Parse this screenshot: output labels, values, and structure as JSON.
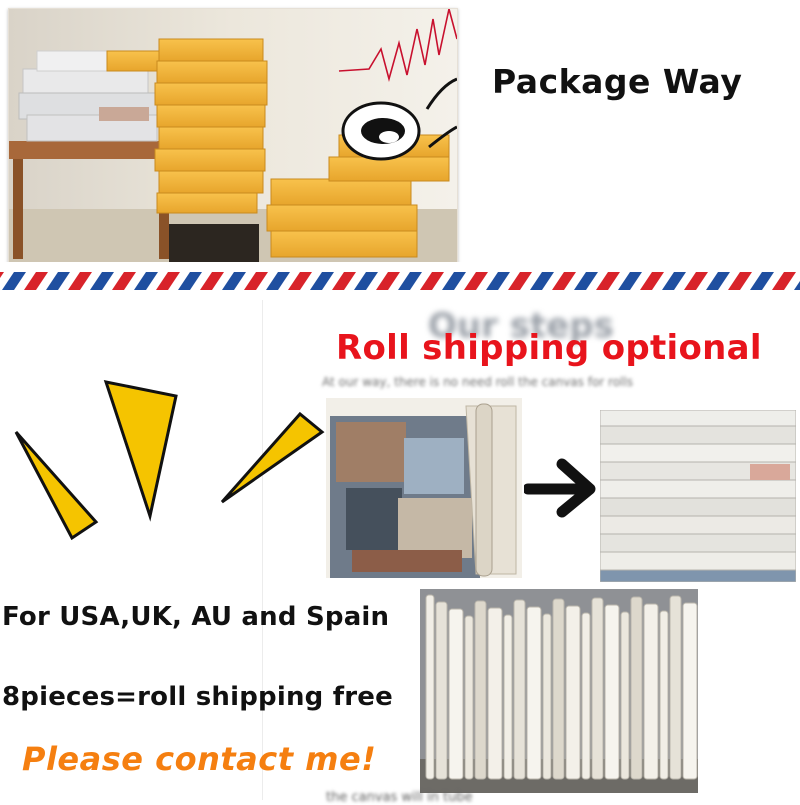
{
  "header": {
    "title": "Package Way"
  },
  "roll": {
    "heading_blurred": "Our steps",
    "title": "Roll shipping optional",
    "subtitle_blurred": "At our way, there is no need roll the canvas for rolls"
  },
  "offer": {
    "countries": "For USA,UK, AU and Spain",
    "free": "8pieces=roll shipping free",
    "contact": "Please contact me!"
  },
  "footer": {
    "blurred_caption": "the canvas will in tube"
  },
  "colors": {
    "red_text": "#e8141c",
    "orange_text": "#f57f10",
    "airmail_red": "#d8232a",
    "airmail_blue": "#1f4fa0",
    "triangle_yellow": "#f5c400"
  },
  "icons": {
    "mouth": "mouth-icon",
    "arrows": "curved-arrow-icon",
    "arrow": "arrow-right-icon",
    "triangles": "exclamation-triangles-icon"
  }
}
